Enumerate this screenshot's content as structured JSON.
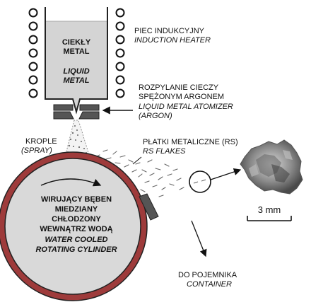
{
  "furnace": {
    "label_pl": "PIEC INDUKCYJNY",
    "label_en": "INDUCTION HEATER",
    "content_pl_1": "CIEKŁY",
    "content_pl_2": "METAL",
    "content_en_1": "LIQUID",
    "content_en_2": "METAL"
  },
  "atomizer": {
    "label_pl_1": "ROZPYLANIE CIECZY",
    "label_pl_2": "SPĘŻONYM ARGONEM",
    "label_en_1": "LIQUID METAL ATOMIZER",
    "label_en_2": "(ARGON)"
  },
  "spray": {
    "label_pl": "KROPLE",
    "label_en": "(SPRAY)"
  },
  "flakes": {
    "label_pl": "PŁATKI METALICZNE (RS)",
    "label_en": "RS FLAKES"
  },
  "cylinder": {
    "label_pl_1": "WIRUJĄCY BĘBEN",
    "label_pl_2": "MIEDZIANY",
    "label_pl_3": "CHŁODZONY",
    "label_pl_4": "WEWNĄTRZ WODĄ",
    "label_en_1": "WATER COOLED",
    "label_en_2": "ROTATING CYLINDER"
  },
  "container": {
    "label_pl": "DO POJEMNIKA",
    "label_en": "CONTAINER"
  },
  "scale": {
    "label": "3 mm"
  },
  "colors": {
    "drum_rim": "#9e3b3b",
    "drum_fill": "#d9d9d9",
    "glass": "#d4d4d4",
    "nozzle": "#555555"
  }
}
